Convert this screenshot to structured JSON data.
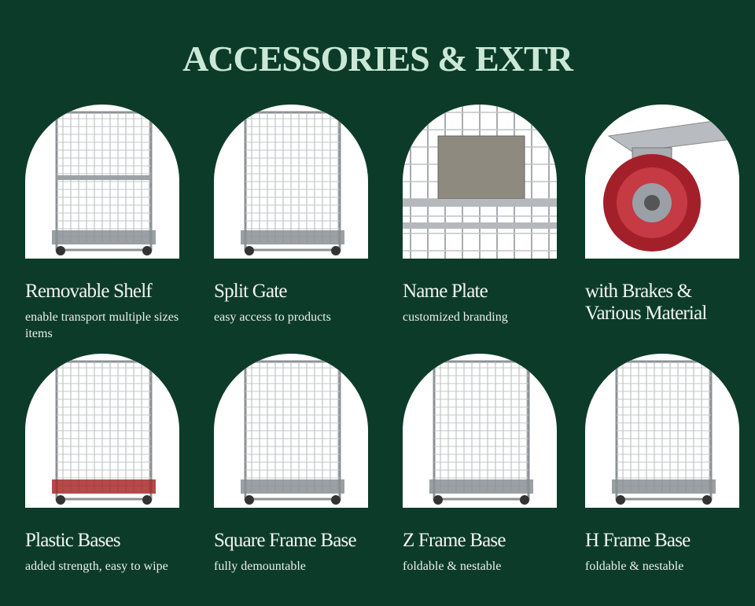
{
  "title": "ACCESSORIES & EXTR",
  "colors": {
    "background": "#0d3b2a",
    "title": "#cbe8d6",
    "card": "#ffffff"
  },
  "items": [
    {
      "name": "Removable Shelf",
      "desc": "enable transport multiple sizes items",
      "image": "roll-cage-with-shelf"
    },
    {
      "name": "Split Gate",
      "desc": "easy access to products",
      "image": "roll-cage-split-gate"
    },
    {
      "name": "Name Plate",
      "desc": "customized branding",
      "image": "name-plate-closeup"
    },
    {
      "name": "with Brakes & Various Material",
      "desc": "",
      "image": "caster-wheel-red"
    },
    {
      "name": "Plastic Bases",
      "desc": "added strength, easy to wipe",
      "image": "roll-cage-plastic-base"
    },
    {
      "name": "Square Frame Base",
      "desc": "fully demountable",
      "image": "roll-cage-square-base"
    },
    {
      "name": "Z Frame Base",
      "desc": "foldable & nestable",
      "image": "roll-cage-z-base"
    },
    {
      "name": "H Frame Base",
      "desc": "foldable & nestable",
      "image": "roll-cage-h-base"
    }
  ]
}
